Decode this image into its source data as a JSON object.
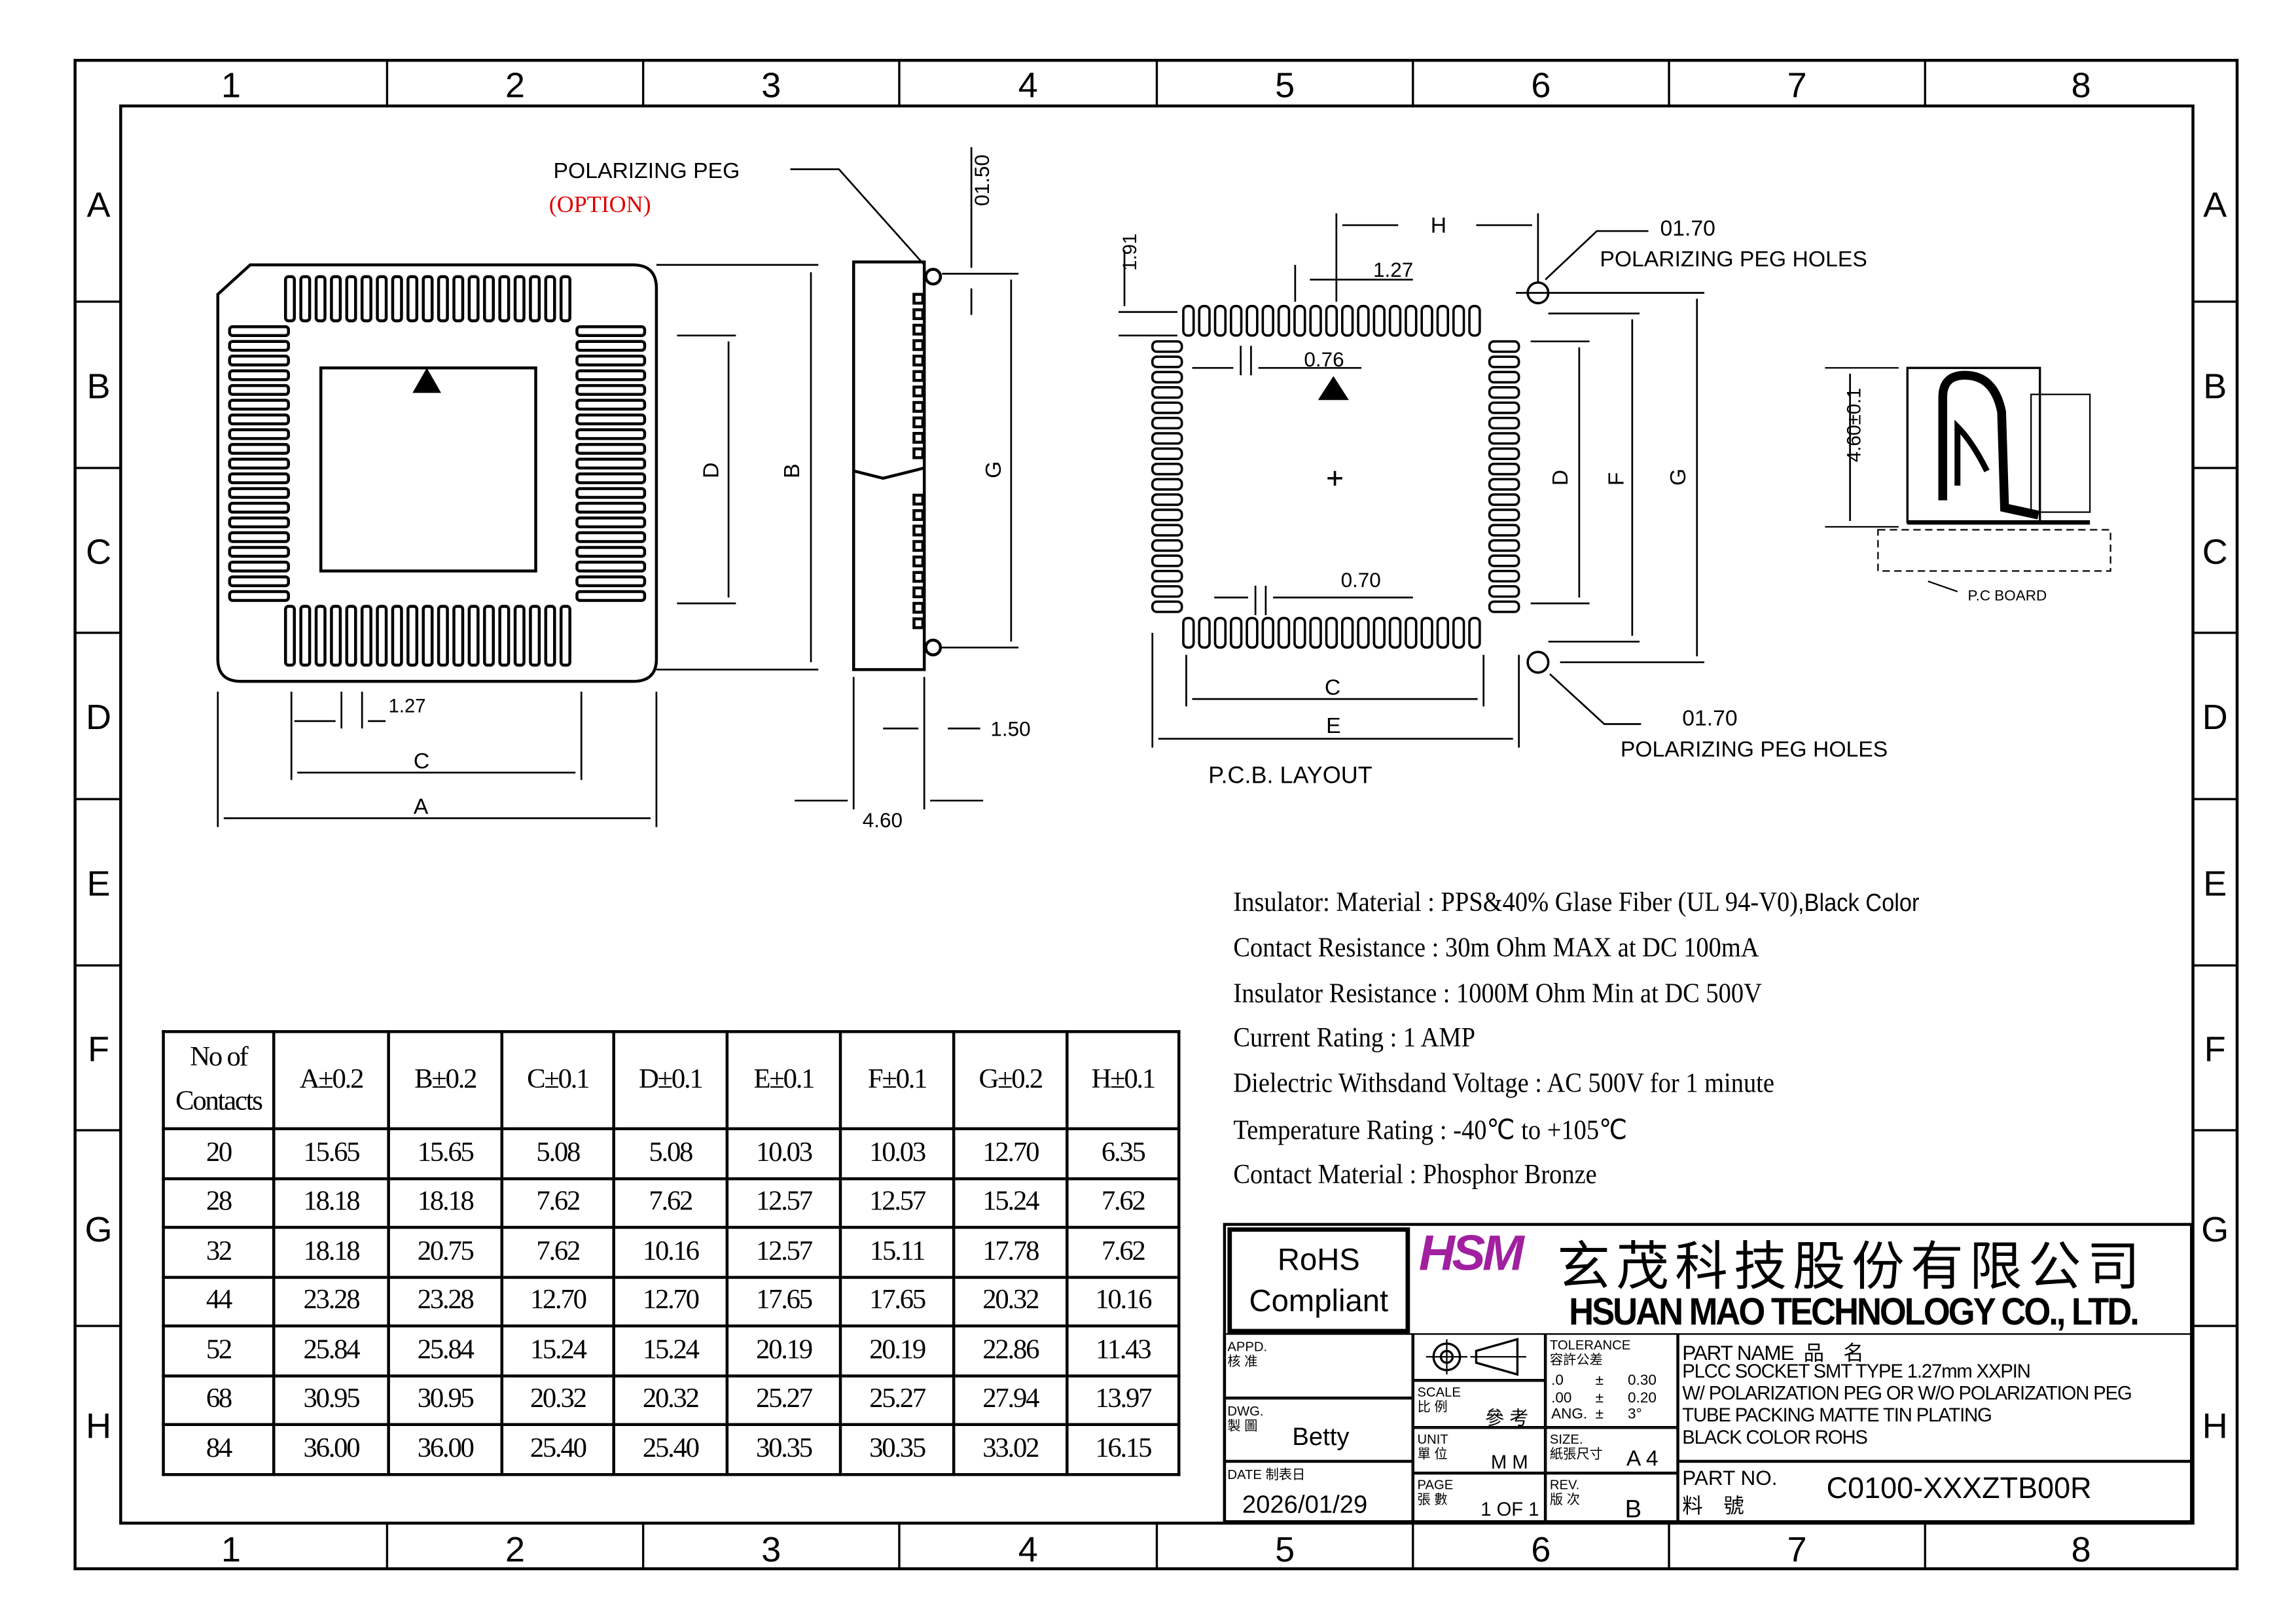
{
  "frame": {
    "columns": [
      "1",
      "2",
      "3",
      "4",
      "5",
      "6",
      "7",
      "8"
    ],
    "rows": [
      "A",
      "B",
      "C",
      "D",
      "E",
      "F",
      "G",
      "H"
    ]
  },
  "drawing": {
    "polarizing_peg": "POLARIZING PEG",
    "option": "(OPTION)",
    "peg_dia": "01.50",
    "dim_A": "A",
    "dim_B": "B",
    "dim_C": "C",
    "dim_D": "D",
    "dim_E": "E",
    "dim_F": "F",
    "dim_G": "G",
    "dim_H": "H",
    "pitch": "1.27",
    "side_150": "1.50",
    "side_460": "4.60",
    "pcb_191": "1.91",
    "pcb_076": "0.76",
    "pcb_070": "0.70",
    "pcb_hole": "01.70",
    "pcb_holes_label": "POLARIZING PEG HOLES",
    "pcb_layout": "P.C.B. LAYOUT",
    "height_dim": "4.60±0.1",
    "pc_board": "P.C BOARD"
  },
  "specs": [
    "Insulator: Material : PPS&40% Glase Fiber (UL 94-V0)",
    ",Black Color",
    "Contact  Resistance : 30m Ohm MAX  at DC 100mA",
    "Insulator Resistance : 1000M Ohm Min at DC 500V",
    "Current Rating : 1 AMP",
    "Dielectric Withsdand Voltage : AC 500V for 1 minute",
    "Temperature Rating : -40℃ to +105℃",
    "Contact  Material : Phosphor Bronze"
  ],
  "table": {
    "headers": [
      "No of Contacts",
      "A±0.2",
      "B±0.2",
      "C±0.1",
      "D±0.1",
      "E±0.1",
      "F±0.1",
      "G±0.2",
      "H±0.1"
    ],
    "rows": [
      [
        "20",
        "15.65",
        "15.65",
        "5.08",
        "5.08",
        "10.03",
        "10.03",
        "12.70",
        "6.35"
      ],
      [
        "28",
        "18.18",
        "18.18",
        "7.62",
        "7.62",
        "12.57",
        "12.57",
        "15.24",
        "7.62"
      ],
      [
        "32",
        "18.18",
        "20.75",
        "7.62",
        "10.16",
        "12.57",
        "15.11",
        "17.78",
        "7.62"
      ],
      [
        "44",
        "23.28",
        "23.28",
        "12.70",
        "12.70",
        "17.65",
        "17.65",
        "20.32",
        "10.16"
      ],
      [
        "52",
        "25.84",
        "25.84",
        "15.24",
        "15.24",
        "20.19",
        "20.19",
        "22.86",
        "11.43"
      ],
      [
        "68",
        "30.95",
        "30.95",
        "20.32",
        "20.32",
        "25.27",
        "25.27",
        "27.94",
        "13.97"
      ],
      [
        "84",
        "36.00",
        "36.00",
        "25.40",
        "25.40",
        "30.35",
        "30.35",
        "33.02",
        "16.15"
      ]
    ]
  },
  "title_block": {
    "rohs_1": "RoHS",
    "rohs_2": "Compliant",
    "logo": "HSM",
    "company_cn": "玄茂科技股份有限公司",
    "company_en": "HSUAN MAO TECHNOLOGY CO., LTD.",
    "appd": "APPD.",
    "appd_cn": "核 准",
    "dwg": "DWG.",
    "dwg_cn": "製 圖",
    "drawn_by": "Betty",
    "date": "DATE",
    "date_cn": "制表日",
    "date_value": "2026/01/29",
    "scale": "SCALE",
    "scale_cn": "比 例",
    "scale_value": "參 考",
    "unit": "UNIT",
    "unit_cn": "單 位",
    "unit_value": "M M",
    "page": "PAGE",
    "page_cn": "張 數",
    "page_value": "1 OF 1",
    "tolerance": "TOLERANCE",
    "tolerance_cn": "容許公差",
    "tol_rows": [
      [
        ".0",
        "±",
        "0.30"
      ],
      [
        ".00",
        "±",
        "0.20"
      ],
      [
        "ANG.",
        "±",
        "3°"
      ]
    ],
    "size": "SIZE.",
    "size_cn": "紙張尺寸",
    "size_value": "A 4",
    "rev": "REV.",
    "rev_cn": "版 次",
    "rev_value": "B",
    "part_name": "PART NAME",
    "part_name_cn": "品　名",
    "part_desc": [
      "PLCC SOCKET SMT TYPE 1.27mm XXPIN",
      "W/ POLARIZATION PEG OR W/O POLARIZATION PEG",
      "TUBE PACKING MATTE TIN PLATING",
      "BLACK COLOR ROHS"
    ],
    "part_no": "PART NO.",
    "part_no_cn": "料　號",
    "part_no_value": "C0100-XXXZTB00R"
  },
  "colors": {
    "logo": "#a020a0",
    "option": "#e00000"
  }
}
